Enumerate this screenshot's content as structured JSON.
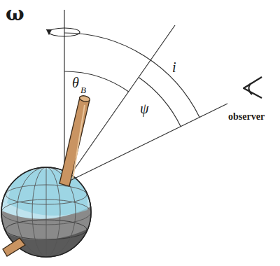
{
  "diagram": {
    "labels": [
      "ω",
      "θ",
      "B",
      "i",
      "ψ",
      "observer"
    ]
  }
}
